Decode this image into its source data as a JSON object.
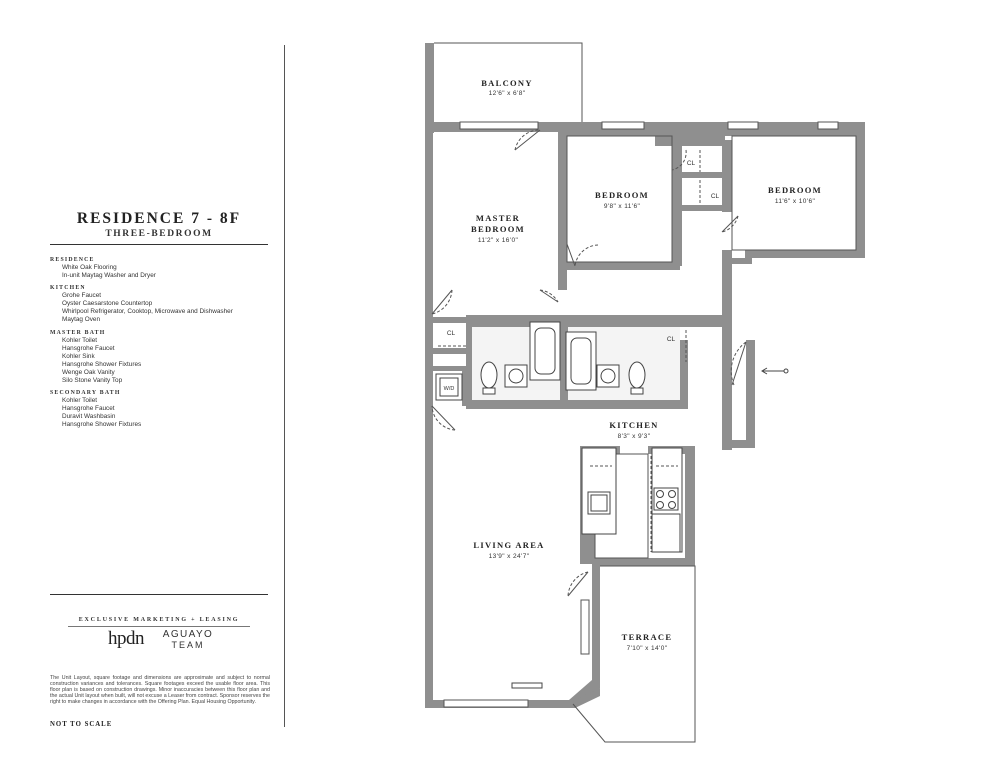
{
  "residence": {
    "title": "RESIDENCE 7 - 8F",
    "subtitle": "THREE-BEDROOM"
  },
  "features": [
    {
      "heading": "RESIDENCE",
      "items": [
        "White Oak Flooring",
        "In-unit Maytag Washer and Dryer"
      ]
    },
    {
      "heading": "KITCHEN",
      "items": [
        "Grohe Faucet",
        "Oyster Caesarstone Countertop",
        "Whirlpool Refrigerator, Cooktop, Microwave and Dishwasher",
        "Maytag Oven"
      ]
    },
    {
      "heading": "MASTER BATH",
      "items": [
        "Kohler Toilet",
        "Hansgrohe Faucet",
        "Kohler Sink",
        "Hansgrohe Shower Fixtures",
        "Wenge Oak Vanity",
        "Silo Stone Vanity Top"
      ]
    },
    {
      "heading": "SECONDARY BATH",
      "items": [
        "Kohler Toilet",
        "Hansgrohe Faucet",
        "Duravit Washbasin",
        "Hansgrohe Shower Fixtures"
      ]
    }
  ],
  "marketing": {
    "line": "EXCLUSIVE MARKETING + LEASING",
    "logo_left": "hpdn",
    "logo_right_top": "AGUAYO",
    "logo_right_bottom": "TEAM"
  },
  "disclaimer": "The Unit Layout, square footage and dimensions are approximate and subject to normal construction variances and tolerances. Square footages exceed the usable floor area. This floor plan is based on construction drawings. Minor inaccuracies between this floor plan and the actual Unit layout when built, will not excuse a Leaser from contract. Sponsor reserves the right to make changes in accordance with the Offering Plan. Equal Housing Opportunity.",
  "scale_note": "NOT TO SCALE",
  "rooms": {
    "balcony": {
      "name": "BALCONY",
      "dims": "12'6\" x 6'8\""
    },
    "master": {
      "name1": "MASTER",
      "name2": "BEDROOM",
      "dims": "11'2\" x 16'0\""
    },
    "bed2": {
      "name": "BEDROOM",
      "dims": "9'8\" x 11'6\""
    },
    "bed3": {
      "name": "BEDROOM",
      "dims": "11'6\" x 10'6\""
    },
    "kitchen": {
      "name": "KITCHEN",
      "dims": "8'3\" x 9'3\""
    },
    "living": {
      "name": "LIVING AREA",
      "dims": "13'9\" x 24'7\""
    },
    "terrace": {
      "name": "TERRACE",
      "dims": "7'10\" x 14'0\""
    }
  },
  "labels": {
    "closet": "CL",
    "washer_dryer": "W/D"
  }
}
